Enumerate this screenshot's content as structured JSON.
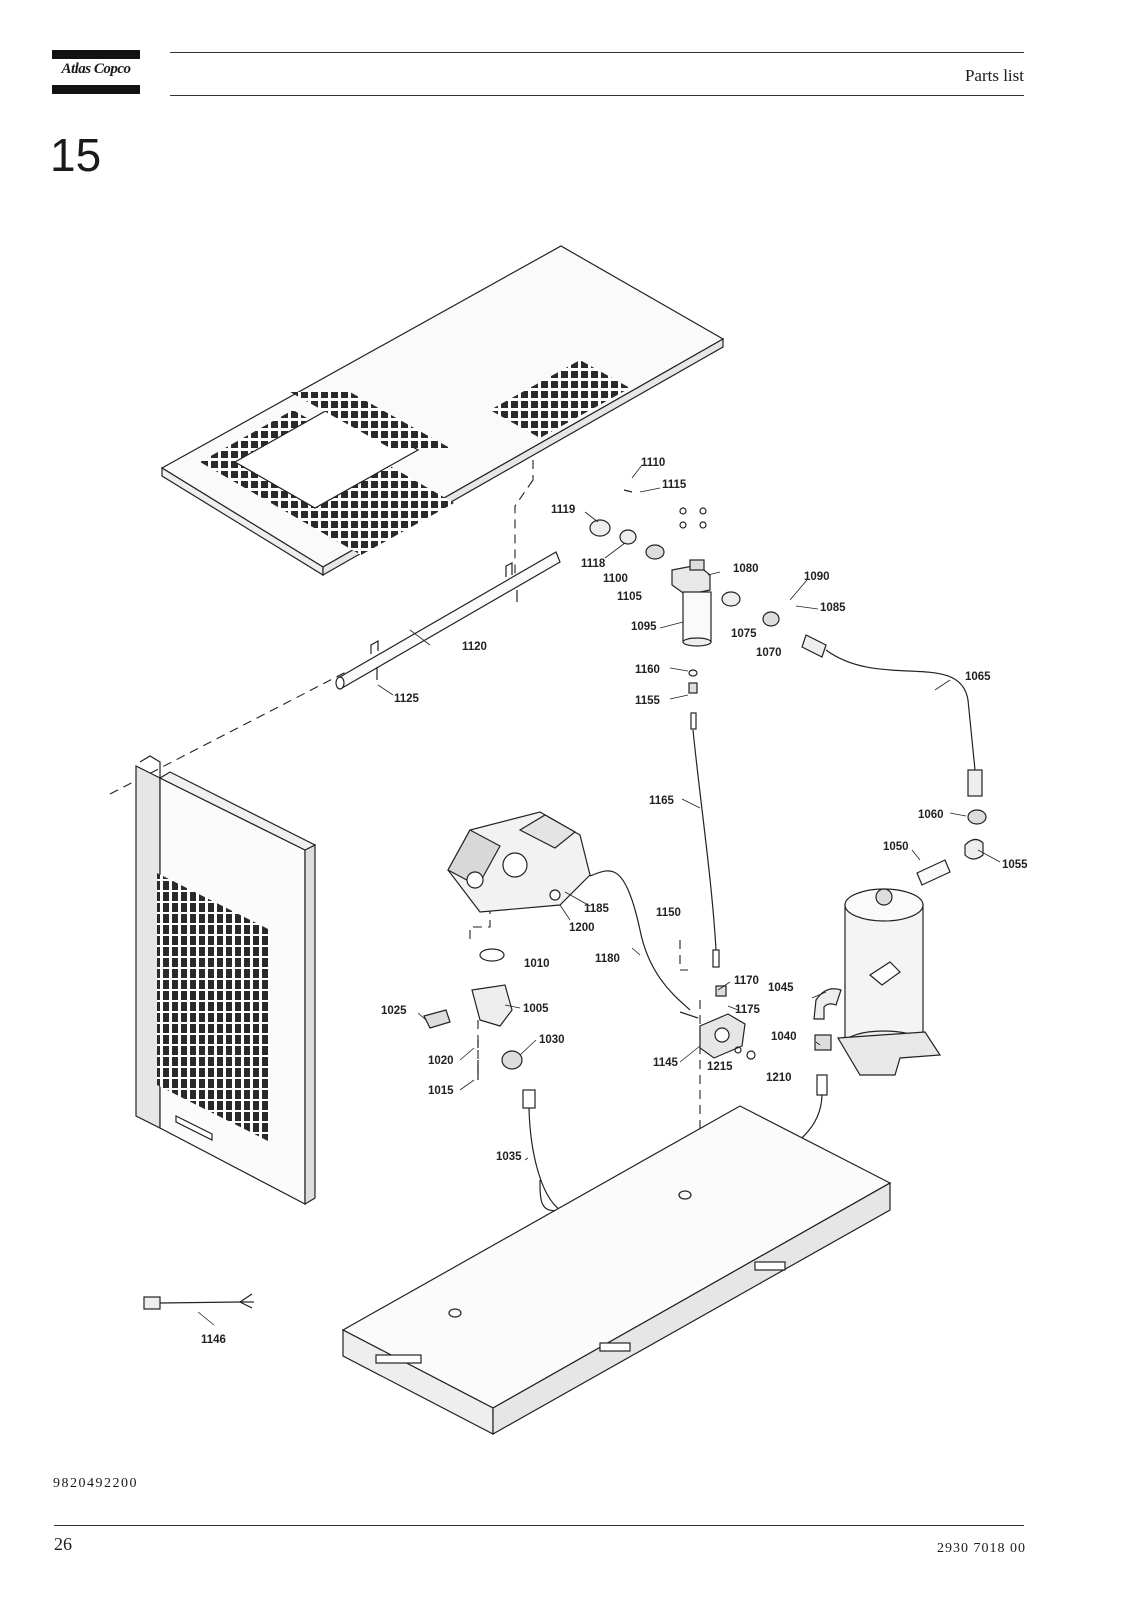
{
  "header": {
    "brand": "Atlas Copco",
    "title": "Parts list"
  },
  "section_number": "15",
  "diagram": {
    "callouts": [
      "1110",
      "1115",
      "1119",
      "1118",
      "1100",
      "1105",
      "1080",
      "1090",
      "1085",
      "1095",
      "1075",
      "1070",
      "1120",
      "1125",
      "1160",
      "1155",
      "1065",
      "1165",
      "1060",
      "1055",
      "1050",
      "1185",
      "1200",
      "1150",
      "1010",
      "1180",
      "1170",
      "1045",
      "1005",
      "1025",
      "1030",
      "1175",
      "1145",
      "1040",
      "1020",
      "1215",
      "1210",
      "1015",
      "1035",
      "1146"
    ]
  },
  "footer": {
    "doc_number": "9820492200",
    "page_number": "26",
    "doc_code": "2930  7018  00"
  }
}
